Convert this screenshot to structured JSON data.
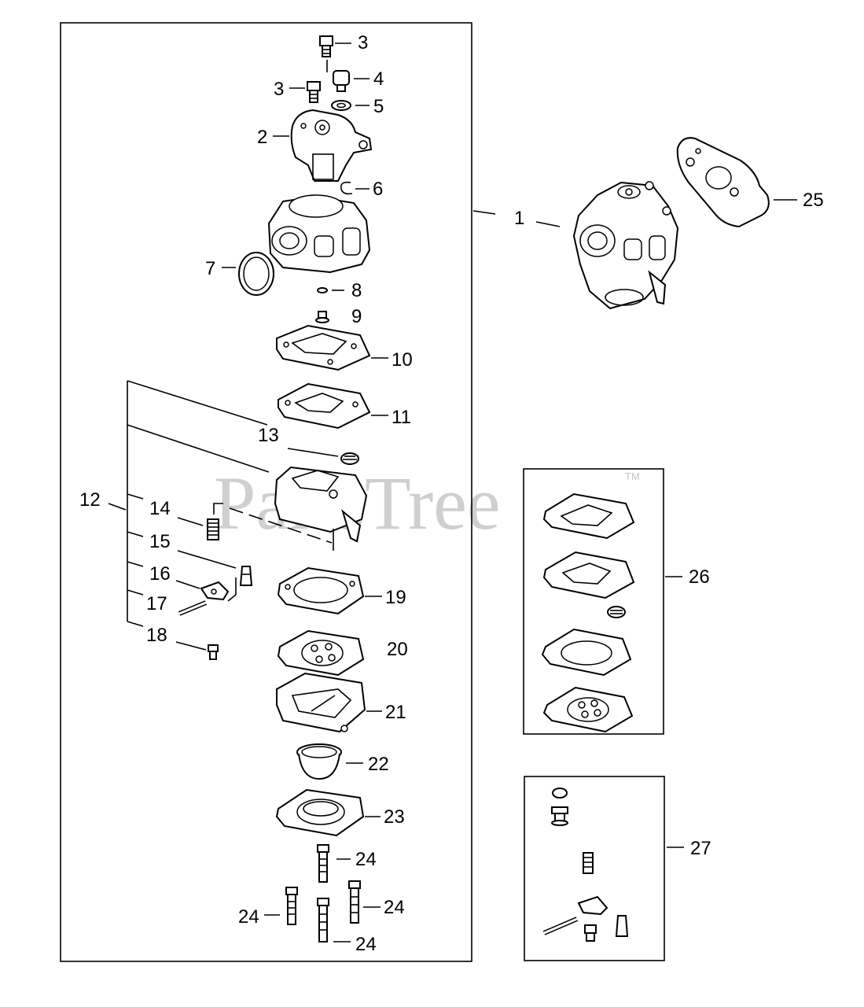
{
  "watermark": {
    "text": "PartsTree",
    "trademark": "TM"
  },
  "part_numbers": [
    "1",
    "2",
    "3",
    "3",
    "4",
    "5",
    "6",
    "7",
    "8",
    "9",
    "10",
    "11",
    "12",
    "13",
    "14",
    "15",
    "16",
    "17",
    "18",
    "19",
    "20",
    "21",
    "22",
    "23",
    "24",
    "24",
    "24",
    "24",
    "25",
    "26",
    "27"
  ]
}
